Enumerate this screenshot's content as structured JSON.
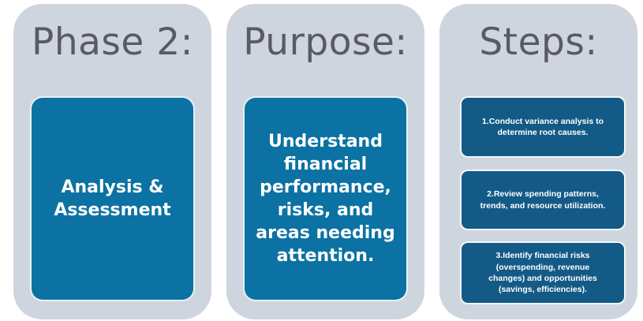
{
  "diagram": {
    "columns": [
      {
        "title": "Phase 2:",
        "boxes": [
          {
            "text": "Analysis &\nAssessment"
          }
        ]
      },
      {
        "title": "Purpose:",
        "boxes": [
          {
            "text": "Understand\nfinancial\nperformance,\nrisks, and\nareas needing\nattention."
          }
        ]
      },
      {
        "title": "Steps:",
        "boxes": [
          {
            "text": "1.Conduct variance analysis to\ndetermine root causes."
          },
          {
            "text": "2.Review spending patterns,\ntrends, and resource utilization."
          },
          {
            "text": "3.Identify financial risks\n(overspending, revenue\nchanges) and opportunities\n(savings, efficiencies)."
          }
        ]
      }
    ],
    "colors": {
      "column_background": "#ced5de",
      "primary_box_blue": "#0b72a3",
      "step_box_blue": "#135a86",
      "title_text_gray": "#5a5b62",
      "box_text_white": "#ffffff"
    }
  }
}
